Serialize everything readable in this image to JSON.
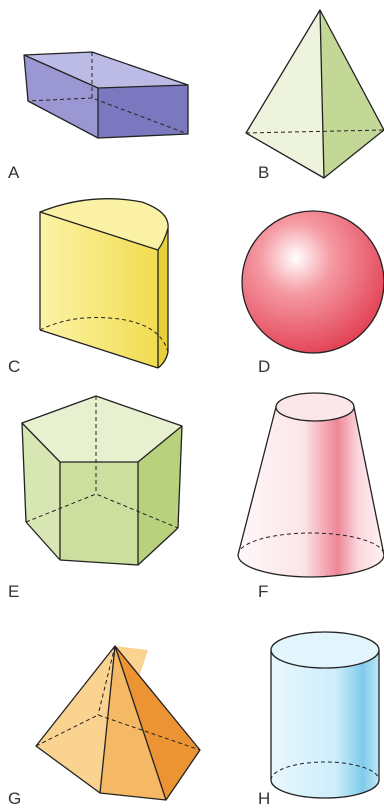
{
  "figures": [
    {
      "letter": "A",
      "shape": "rectangular-prism",
      "color": "#8b88c9"
    },
    {
      "letter": "B",
      "shape": "triangular-pyramid",
      "color": "#dfeac3"
    },
    {
      "letter": "C",
      "shape": "partial-cylinder",
      "color": "#f6e96d"
    },
    {
      "letter": "D",
      "shape": "sphere",
      "color": "#e9485a"
    },
    {
      "letter": "E",
      "shape": "pentagonal-prism",
      "color": "#cadd9c"
    },
    {
      "letter": "F",
      "shape": "frustum-of-cone",
      "color": "#f4b9c2"
    },
    {
      "letter": "G",
      "shape": "square-pyramid",
      "color": "#f7b45a"
    },
    {
      "letter": "H",
      "shape": "cylinder",
      "color": "#9fd8ef"
    }
  ]
}
